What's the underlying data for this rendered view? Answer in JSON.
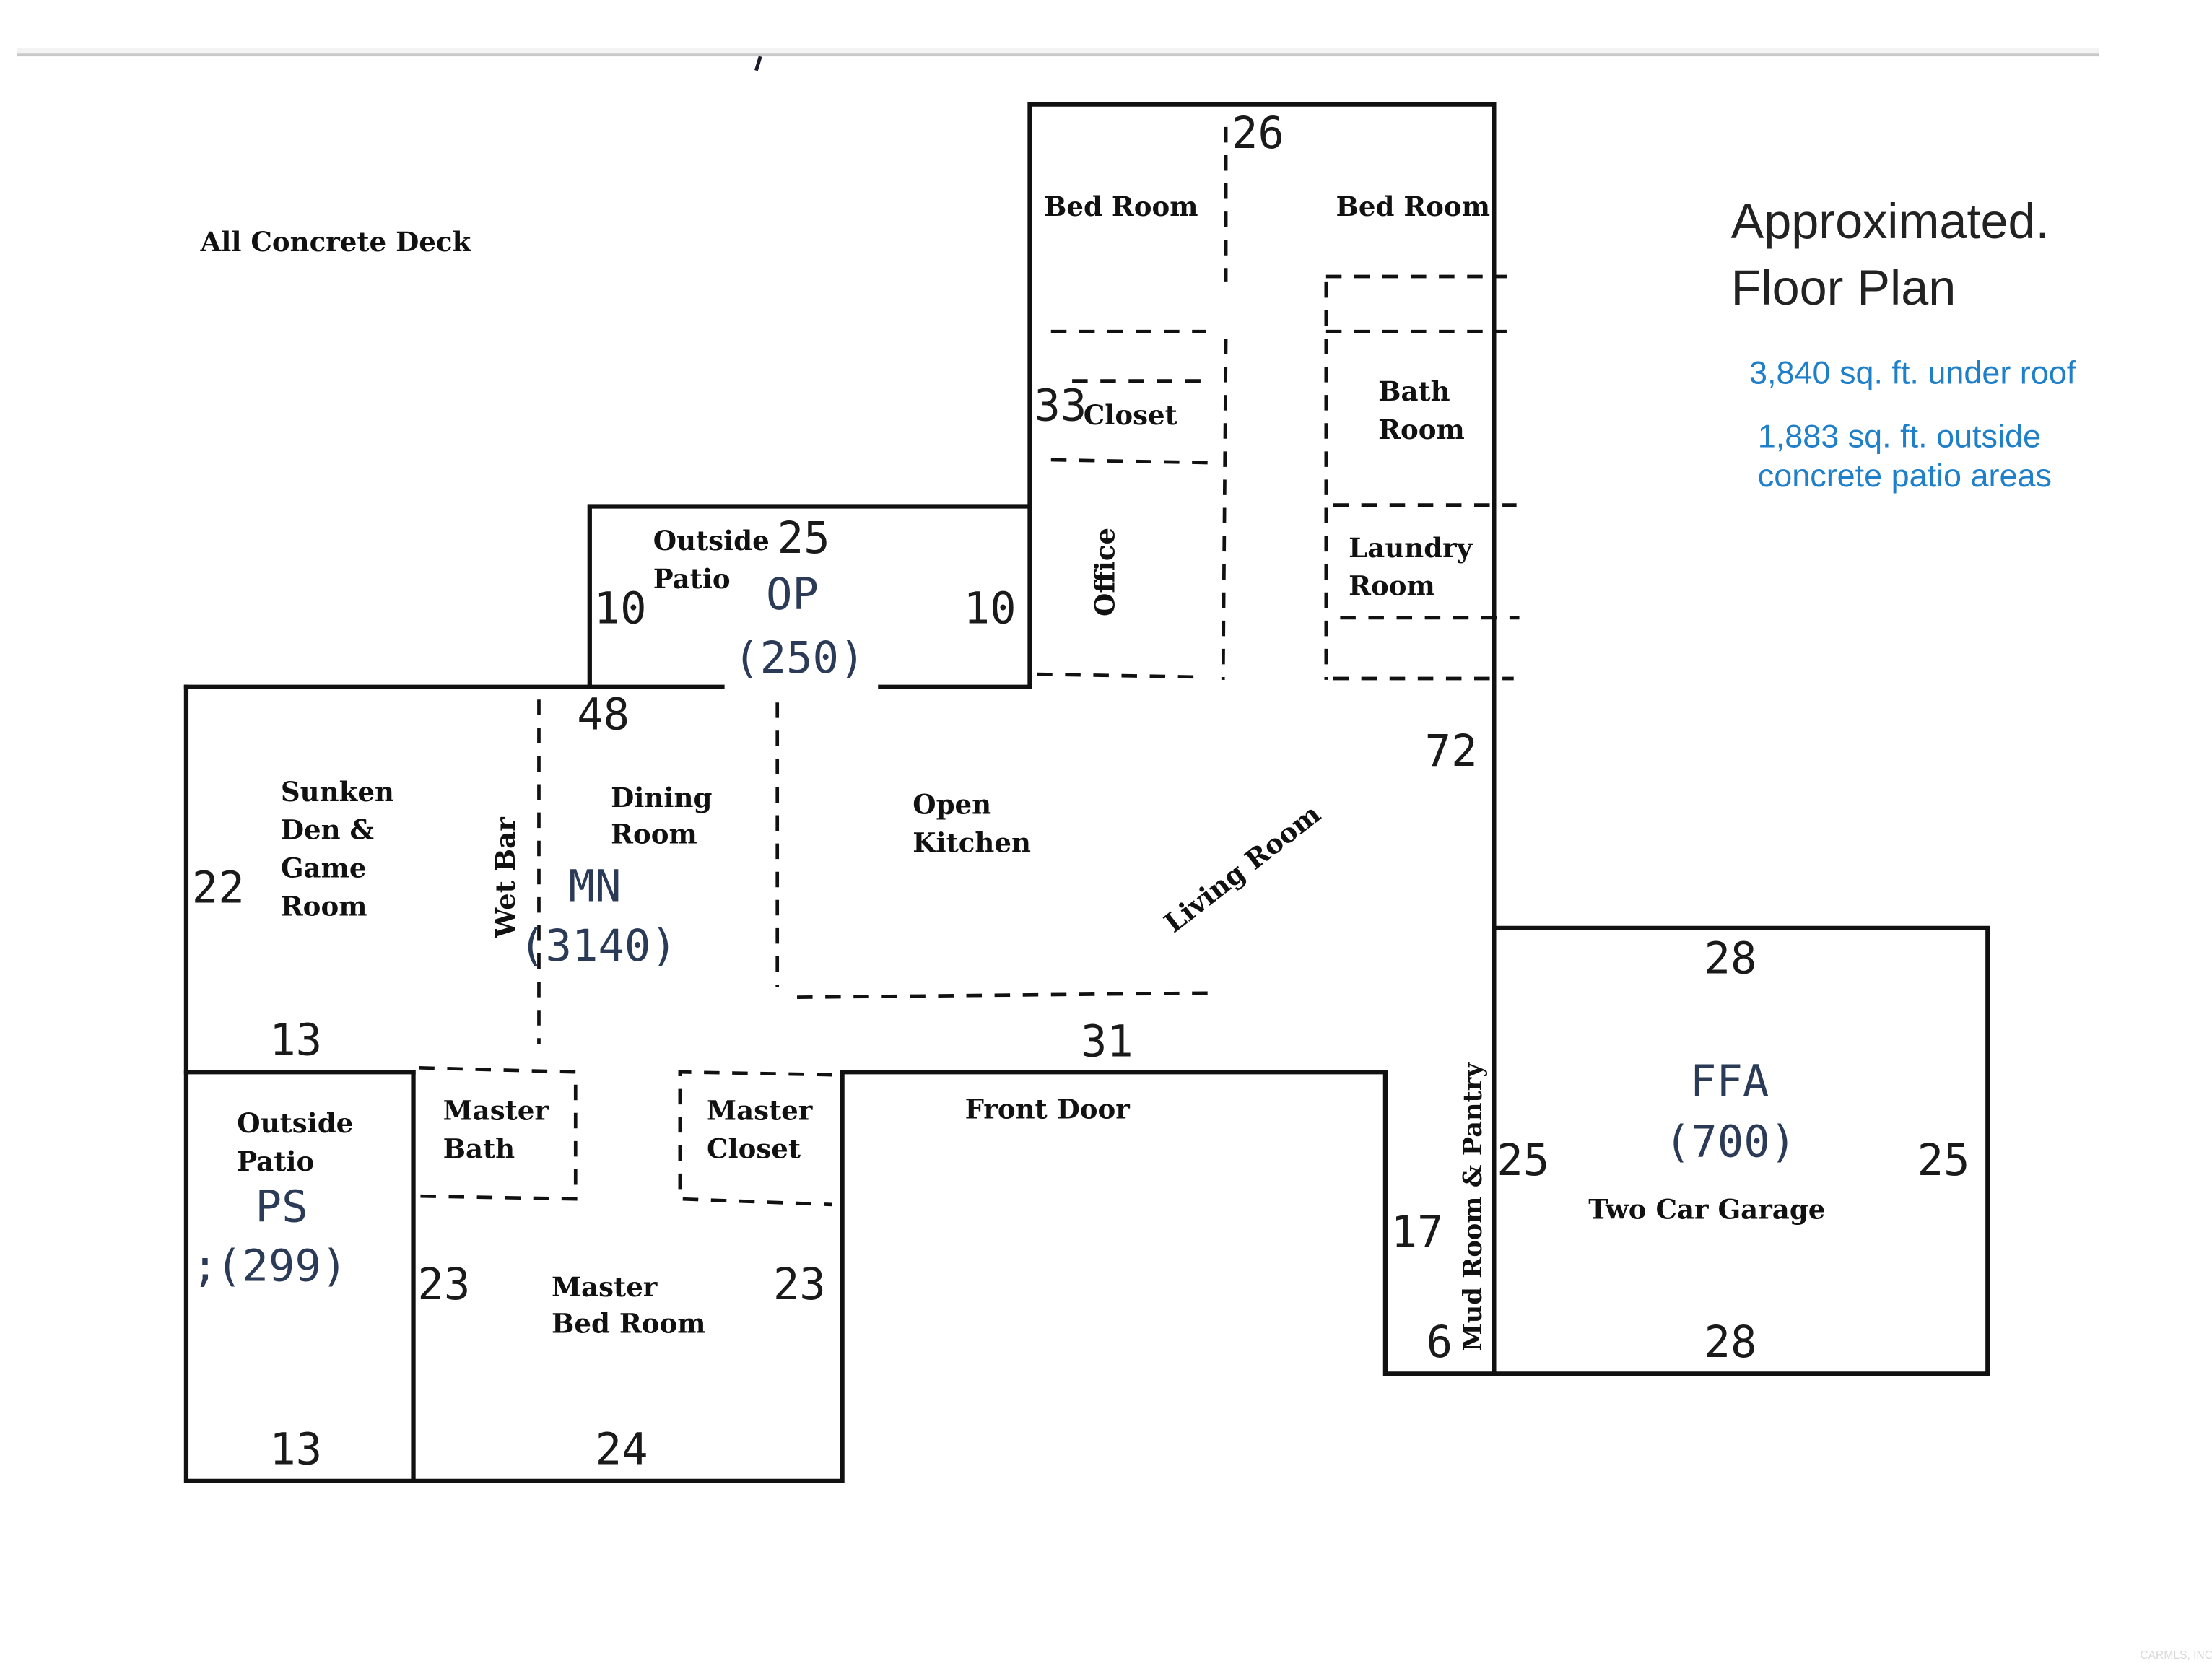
{
  "legend": {
    "title_line1": "Approximated.",
    "title_line2": "Floor Plan",
    "under_roof": "3,840 sq. ft. under roof",
    "outside_line1": "1,883 sq. ft. outside",
    "outside_line2": "concrete patio areas",
    "accent_color": "#1f7fc8"
  },
  "deck_label": "All Concrete Deck",
  "rooms": {
    "bedroom_left": "Bed Room",
    "bedroom_right": "Bed Room",
    "closet": "Closet",
    "bath_line1": "Bath",
    "bath_line2": "Room",
    "office": "Office",
    "laundry_line1": "Laundry",
    "laundry_line2": "Room",
    "patio_top_line1": "Outside",
    "patio_top_line2": "Patio",
    "den_line1": "Sunken",
    "den_line2": "Den &",
    "den_line3": "Game",
    "den_line4": "Room",
    "wet_bar": "Wet Bar",
    "dining_line1": "Dining",
    "dining_line2": "Room",
    "kitchen_line1": "Open",
    "kitchen_line2": "Kitchen",
    "living": "Living Room",
    "patio_left_line1": "Outside",
    "patio_left_line2": "Patio",
    "master_bath_line1": "Master",
    "master_bath_line2": "Bath",
    "master_closet_line1": "Master",
    "master_closet_line2": "Closet",
    "master_bed_line1": "Master",
    "master_bed_line2": "Bed Room",
    "front_door": "Front Door",
    "mud_room": "Mud Room & Pantry",
    "garage": "Two Car Garage"
  },
  "zones": {
    "op_code": "OP",
    "op_area": "(250)",
    "mn_code": "MN",
    "mn_area": "(3140)",
    "ps_code": "PS",
    "ps_area": "(299)",
    "ps_prefix": ";",
    "ffa_code": "FFA",
    "ffa_area": "(700)"
  },
  "dimensions": {
    "bed_wing_top": "26",
    "bed_wing_side": "33",
    "op_top": "25",
    "op_left": "10",
    "op_right": "10",
    "main_top": "48",
    "main_right": "72",
    "den_left": "22",
    "den_bottom": "13",
    "kitchen_bottom": "31",
    "patio_bottom": "13",
    "master_left": "23",
    "master_right": "23",
    "master_bottom": "24",
    "mud_17": "17",
    "mud_6": "6",
    "garage_top": "28",
    "garage_bottom": "28",
    "garage_left": "25",
    "garage_right": "25"
  },
  "watermark": "CARMLS, INC"
}
